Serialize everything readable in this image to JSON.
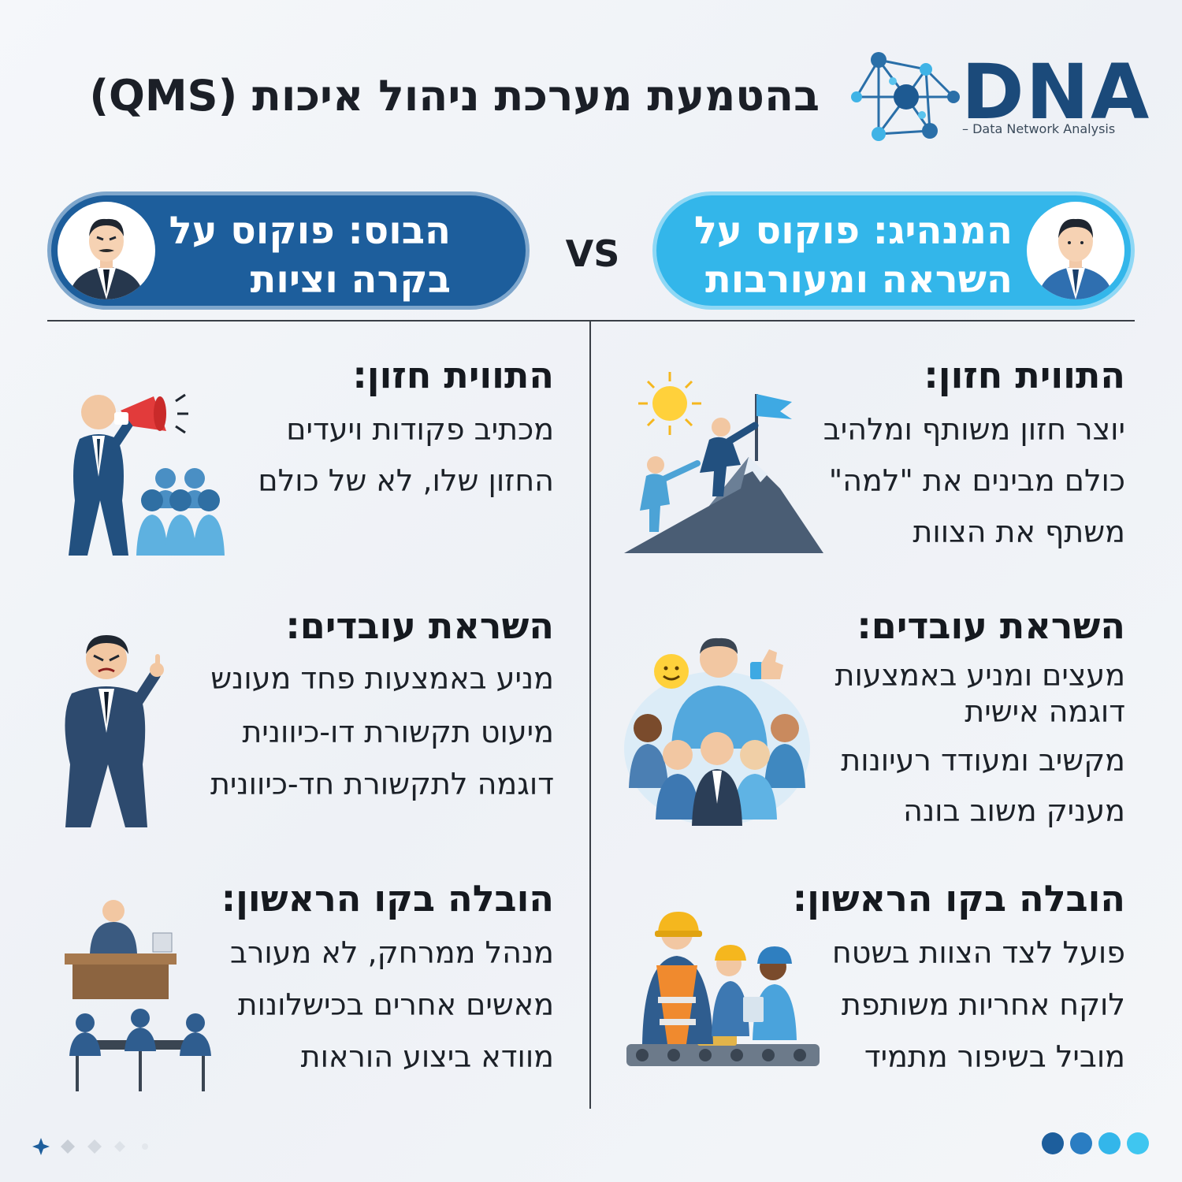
{
  "header": {
    "title": "בהטמעת מערכת ניהול איכות (QMS)",
    "logo_word": "DNA",
    "logo_subtitle": "– Data Network Analysis"
  },
  "leader": {
    "pill_line1": "המנהיג: פוקוס על",
    "pill_line2": "השראה ומעורבות",
    "sections": [
      {
        "heading": "התווית חזון:",
        "lines": [
          "יוצר חזון משותף ומלהיב",
          "כולם מבינים את \"למה\"",
          "משתף את הצוות"
        ]
      },
      {
        "heading": "השראת עובדים:",
        "lines": [
          "מעצים ומניע באמצעות",
          "דוגמה אישית",
          "מקשיב ומעודד רעיונות",
          "מעניק משוב בונה"
        ]
      },
      {
        "heading": "הובלה בקו הראשון:",
        "lines": [
          "פועל לצד הצוות בשטח",
          "לוקח אחריות משותפת",
          "מוביל בשיפור מתמיד"
        ]
      }
    ]
  },
  "vs_label": "VS",
  "boss": {
    "pill_line1": "הבוס: פוקוס על",
    "pill_line2": "בקרה וציות",
    "sections": [
      {
        "heading": "התווית חזון:",
        "lines": [
          "מכתיב פקודות ויעדים",
          "החזון שלו, לא של כולם"
        ]
      },
      {
        "heading": "השראת עובדים:",
        "lines": [
          "מניע באמצעות פחד מעונש",
          "מיעוט תקשורת דו-כיוונית",
          "דוגמה לתקשורת חד-כיוונית"
        ]
      },
      {
        "heading": "הובלה בקו הראשון:",
        "lines": [
          "מנהל ממרחק, לא מעורב",
          "מאשים אחרים בכישלונות",
          "מוודא ביצוע הוראות"
        ]
      }
    ]
  },
  "colors": {
    "leader_accent": "#33b6ea",
    "boss_accent": "#1d5e9c",
    "text_dark": "#15191f",
    "logo_blue": "#1b4a7a"
  },
  "icons": {
    "logo": "network-graph-icon",
    "leader_avatar": "businessman-avatar-icon",
    "boss_avatar": "stern-businessman-avatar-icon",
    "leader_vision": "mountain-climb-flag-icon",
    "boss_vision": "megaphone-boss-icon",
    "leader_inspire": "happy-team-icon",
    "boss_inspire": "angry-pointing-boss-icon",
    "leader_frontline": "workers-conveyor-icon",
    "boss_frontline": "desk-manager-meeting-icon"
  }
}
